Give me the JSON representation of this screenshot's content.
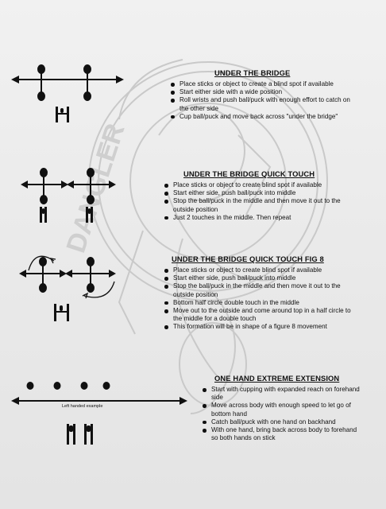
{
  "sections": [
    {
      "title": "UNDER THE BRIDGE",
      "bullets": [
        "Place sticks or object to create a blind spot if available",
        "Start either side with a wide position",
        "Roll wrists and push ball/puck with enough effort to catch on the other side",
        "Cup ball/puck and move back across \"under the bridge\""
      ]
    },
    {
      "title": "UNDER THE BRIDGE QUICK TOUCH",
      "bullets": [
        "Place sticks or object to create blind spot if available",
        "Start either side, push ball/puck into middle",
        "Stop the ball/puck in the middle and then move it out to the outside position",
        "Just 2 touches in the middle. Then repeat"
      ]
    },
    {
      "title": "UNDER THE BRIDGE QUICK TOUCH FIG 8",
      "bullets": [
        "Place sticks or object to create blind spot if available",
        "Start either side, push ball/puck into middle",
        "Stop the ball/puck in the middle and then move it out to the outside position",
        "Bottom half circle double touch in the middle",
        "Move out to the outside and come around top in a half circle to the middle for a double touch",
        "This formation will be in shape of a figure 8 movement"
      ]
    },
    {
      "title": "ONE HAND EXTREME EXTENSION",
      "bullets": [
        "Start with cupping with expanded reach on forehand side",
        "Move across body with enough speed to let go of bottom hand",
        "Catch ball/puck with one hand on backhand",
        "With one hand, bring back across body to forehand so both hands on stick"
      ]
    }
  ],
  "diagram_caption": "Left handed example",
  "watermark_text": "DANGLER"
}
